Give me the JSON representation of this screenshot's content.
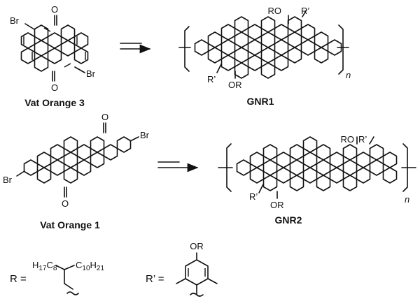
{
  "labels": {
    "vat_orange_3": "Vat Orange 3",
    "vat_orange_1": "Vat Orange 1",
    "gnr1": "GNR1",
    "gnr2": "GNR2",
    "br": "Br",
    "o": "O",
    "or": "OR",
    "ro": "RO",
    "r_prime": "R’",
    "n": "n",
    "r_def": "R =",
    "r_prime_def": "R’ =",
    "h17c8": "H17C8",
    "c10h21": "C10H21"
  }
}
